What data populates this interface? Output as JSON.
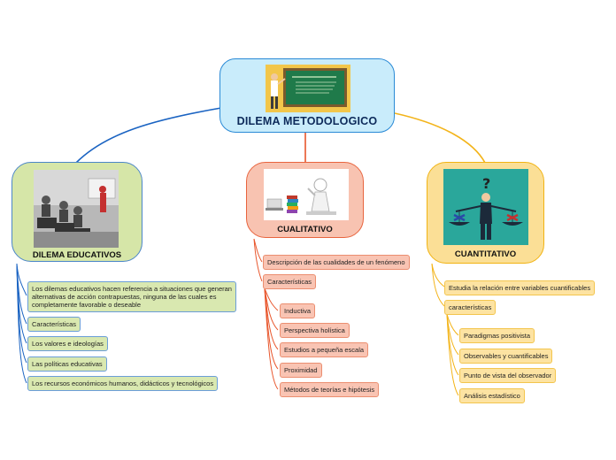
{
  "colors": {
    "blue": "#1a63c2",
    "red": "#e8562c",
    "orange": "#f3b41a"
  },
  "root": {
    "title": "DILEMA METODOLOGICO",
    "image_icon": "classroom-teacher-chalkboard"
  },
  "educativos": {
    "title": "DILEMA EDUCATIVOS",
    "image_icon": "students-at-computers",
    "items": [
      "Los dilemas educativos hacen referencia a situaciones que generan alternativas de acción contrapuestas, ninguna de las cuales es completamente favorable o deseable",
      "Características",
      "Los valores e ideologías",
      "Las políticas educativas",
      "Los recursos económicos humanos, didácticos y tecnológicos"
    ]
  },
  "cualitativo": {
    "title": "CUALITATIVO",
    "image_icon": "thinker-with-books",
    "desc": "Descripción de las cualidades de un fenómeno",
    "caracteristicas": "Características",
    "items": [
      "Inductiva",
      "Perspectiva holística",
      "Estudios a pequeña escala",
      "Proximidad",
      "Métodos de teorías e hipótesis"
    ]
  },
  "cuantitativo": {
    "title": "CUANTITATIVO",
    "image_icon": "man-with-balance-scale",
    "desc": "Estudia la relación entre variables cuantificables",
    "caracteristicas": "características",
    "items": [
      "Paradigmas positivista",
      "Observables y cuantificables",
      "Punto de vista del observador",
      "Análisis estadístico"
    ]
  }
}
